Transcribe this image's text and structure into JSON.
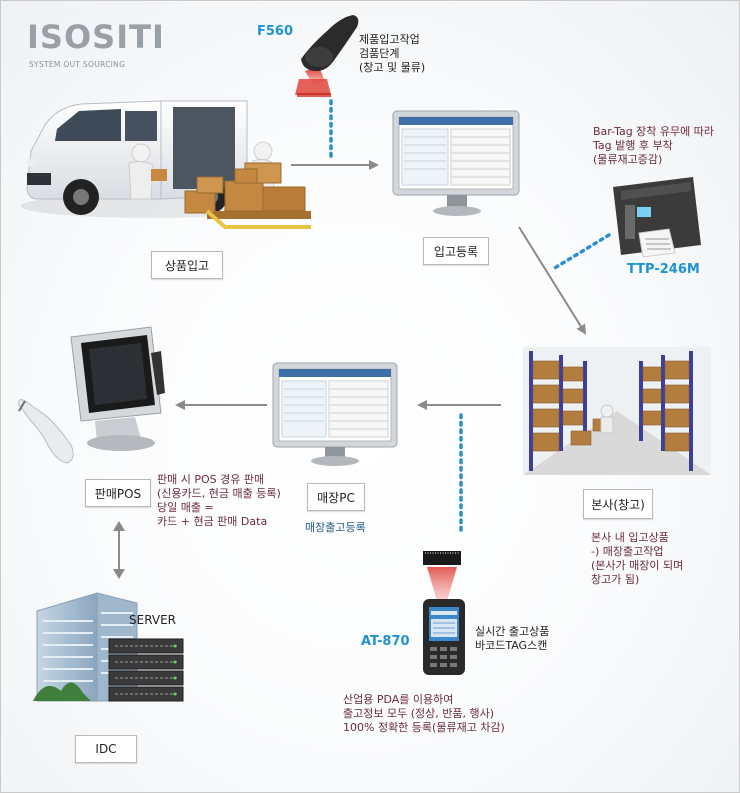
{
  "logo": {
    "name": "ISOSITI",
    "tagline": "SYSTEM OUT SOURCING"
  },
  "models": {
    "scanner": "F560",
    "printer": "TTP-246M",
    "pda": "AT-870"
  },
  "nodes": {
    "receiving": "상품입고",
    "registration": "입고등록",
    "hq": "본사(창고)",
    "store_pc": "매장PC",
    "pos": "판매POS",
    "idc": "IDC",
    "server": "SERVER"
  },
  "notes": {
    "scanner": [
      "제품입고작업",
      "검품단계",
      "(창고 및 물류)"
    ],
    "printer": [
      "Bar-Tag 장착 유무에 따라",
      "Tag 발행 후 부착",
      "(물류재고증감)"
    ],
    "hq": [
      "본사 내 입고상품",
      "-) 매장출고작업",
      "(본사가 매장이 되며",
      "창고가 됨)"
    ],
    "pos": [
      "판매 시 POS 경유 판매",
      "(신용카드, 현금 매출 등록)",
      "당일 매출 =",
      "카드 + 현금 판매 Data"
    ],
    "store_pc": "매장출고등록",
    "pda_scan": [
      "실시간 출고상품",
      "바코드TAG스캔"
    ],
    "pda_bottom": [
      "산업용 PDA를 이용하여",
      "출고정보 모두 (정상, 반품, 행사)",
      "100% 정확한 등록(물류재고 차감)"
    ]
  },
  "colors": {
    "accent_blue": "#1e93d2",
    "note_maroon": "#6b2b3f",
    "arrow_gray": "#8a8a8a"
  }
}
